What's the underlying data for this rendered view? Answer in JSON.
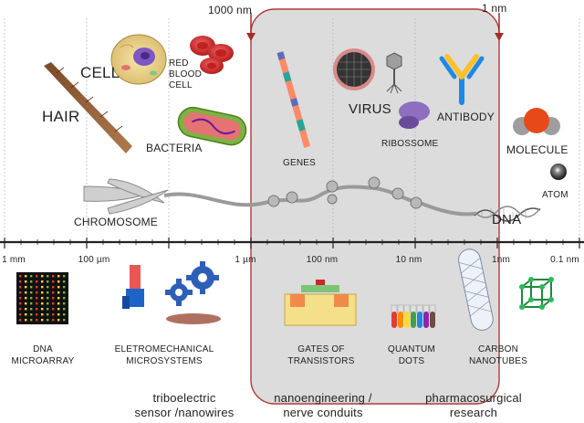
{
  "range_markers": {
    "left": "1000 nm",
    "right": "1 nm"
  },
  "objects_above": {
    "cell": "CELL",
    "red_blood_cell": [
      "RED",
      "BLOOD",
      "CELL"
    ],
    "hair": "HAIR",
    "bacteria": "BACTERIA",
    "genes": "GENES",
    "virus": "VIRUS",
    "ribosome": "RIBOSSOME",
    "antibody": "ANTIBODY",
    "molecule": "MOLECULE",
    "atom": "ATOM",
    "chromosome": "CHROMOSOME",
    "dna": "DNA"
  },
  "scale_ticks": [
    "1 mm",
    "100 µm",
    "1 µm",
    "100 nm",
    "10 nm",
    "1nm",
    "0.1 nm"
  ],
  "objects_below": {
    "dna_microarray": [
      "DNA",
      "MICROARRAY"
    ],
    "mems": [
      "ELETROMECHANICAL",
      "MICROSYSTEMS"
    ],
    "transistor_gates": [
      "GATES OF",
      "TRANSISTORS"
    ],
    "quantum_dots": [
      "QUANTUM",
      "DOTS"
    ],
    "carbon_nanotubes": [
      "CARBON",
      "NANOTUBES"
    ]
  },
  "applications": [
    [
      "triboelectric",
      "sensor /nanowires"
    ],
    [
      "nanoengineering /",
      "nerve conduits"
    ],
    [
      "pharmacosurgical",
      "research"
    ]
  ],
  "colors": {
    "highlight_fill": "#dcdcdc",
    "highlight_stroke": "#b03a3a",
    "arrow": "#a52a2a",
    "scale_axis": "#222222",
    "quantum_dots": [
      "#e53935",
      "#fb8c00",
      "#fdd835",
      "#43a047",
      "#1e88e5",
      "#8e24aa",
      "#6d4c41"
    ]
  }
}
